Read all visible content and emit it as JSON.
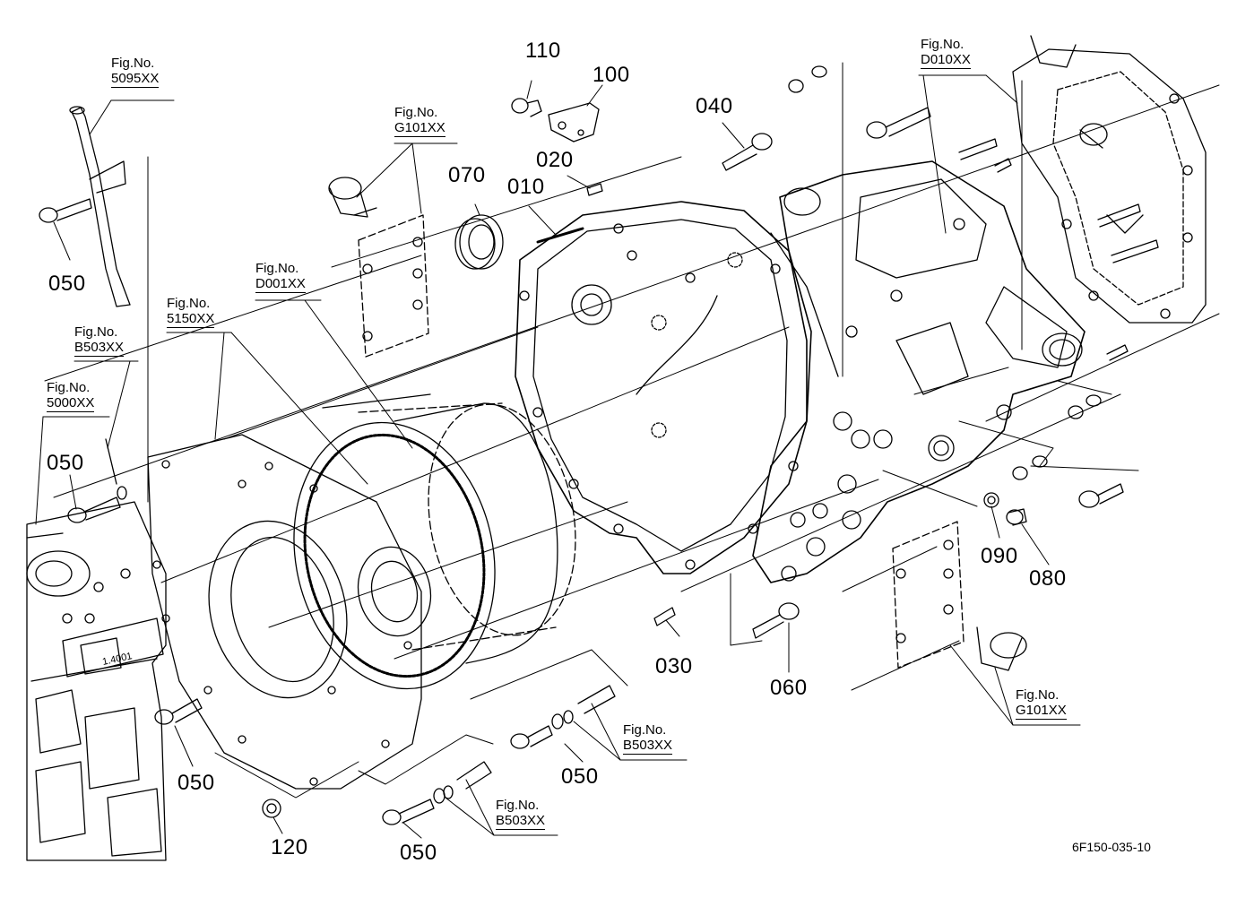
{
  "diagram": {
    "drawing_number": "6F150-035-10",
    "part_labels": [
      {
        "id": "p110",
        "text": "110"
      },
      {
        "id": "p100",
        "text": "100"
      },
      {
        "id": "p040",
        "text": "040"
      },
      {
        "id": "p020",
        "text": "020"
      },
      {
        "id": "p070",
        "text": "070"
      },
      {
        "id": "p010",
        "text": "010"
      },
      {
        "id": "p050a",
        "text": "050"
      },
      {
        "id": "p050b",
        "text": "050"
      },
      {
        "id": "p050c",
        "text": "050"
      },
      {
        "id": "p050d",
        "text": "050"
      },
      {
        "id": "p050e",
        "text": "050"
      },
      {
        "id": "p090",
        "text": "090"
      },
      {
        "id": "p080",
        "text": "080"
      },
      {
        "id": "p030",
        "text": "030"
      },
      {
        "id": "p060",
        "text": "060"
      },
      {
        "id": "p120",
        "text": "120"
      }
    ],
    "figure_refs": [
      {
        "id": "f5095",
        "line1": "Fig.No.",
        "line2": "5095XX"
      },
      {
        "id": "fG101a",
        "line1": "Fig.No.",
        "line2": "G101XX"
      },
      {
        "id": "fD001",
        "line1": "Fig.No.",
        "line2": "D001XX"
      },
      {
        "id": "f5150",
        "line1": "Fig.No.",
        "line2": "5150XX"
      },
      {
        "id": "fB503a",
        "line1": "Fig.No.",
        "line2": "B503XX"
      },
      {
        "id": "f5000",
        "line1": "Fig.No.",
        "line2": "5000XX"
      },
      {
        "id": "fD010",
        "line1": "Fig.No.",
        "line2": "D010XX"
      },
      {
        "id": "fG101b",
        "line1": "Fig.No.",
        "line2": "G101XX"
      },
      {
        "id": "fB503b",
        "line1": "Fig.No.",
        "line2": "B503XX"
      },
      {
        "id": "fB503c",
        "line1": "Fig.No.",
        "line2": "B503XX"
      }
    ],
    "colors": {
      "ink": "#000000",
      "paper": "#ffffff"
    }
  }
}
